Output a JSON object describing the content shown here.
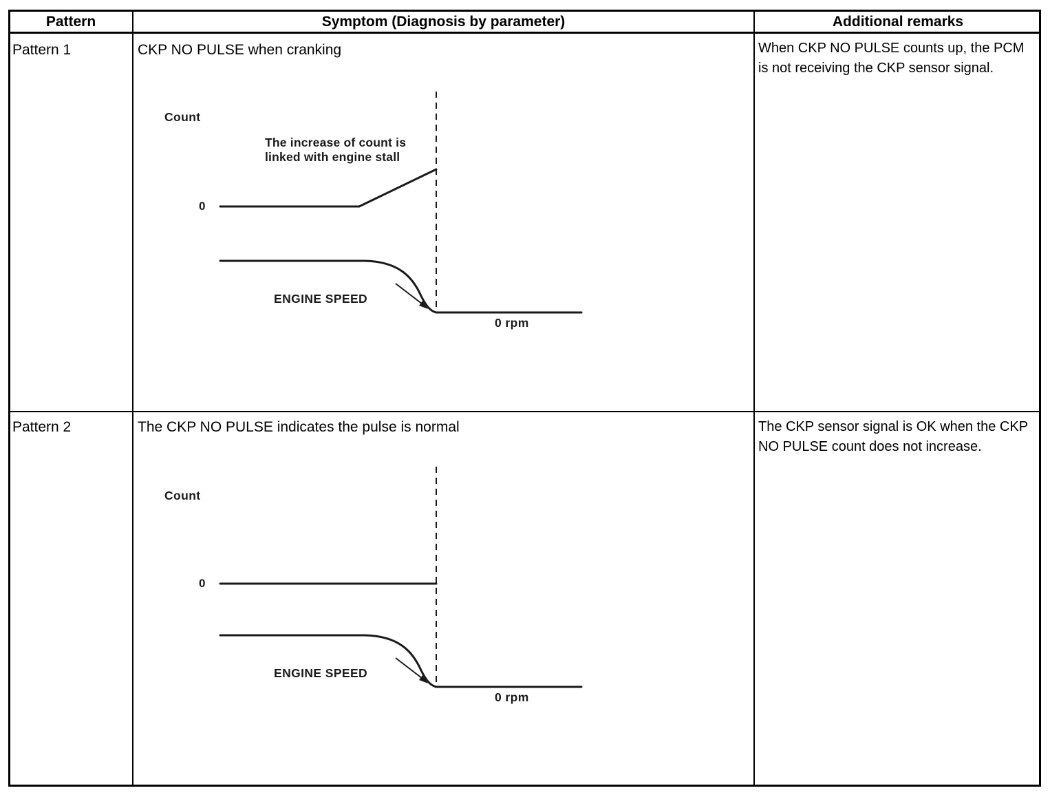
{
  "table": {
    "headers": {
      "pattern": "Pattern",
      "symptom": "Symptom (Diagnosis by parameter)",
      "remarks": "Additional remarks"
    },
    "rows": [
      {
        "pattern": "Pattern 1",
        "symptom": "CKP NO PULSE when cranking",
        "remarks": "When CKP NO PULSE counts up, the PCM is not receiving the CKP sensor signal.",
        "diagram": {
          "count_axis_label": "Count",
          "zero_label": "0",
          "annotation": "The increase of count is linked with engine stall",
          "engine_speed_label": "ENGINE SPEED",
          "zero_rpm_label": "0 rpm"
        }
      },
      {
        "pattern": "Pattern 2",
        "symptom": "The CKP NO PULSE indicates the pulse is normal",
        "remarks": "The CKP sensor signal is OK when the CKP NO PULSE count does not increase.",
        "diagram": {
          "count_axis_label": "Count",
          "zero_label": "0",
          "annotation": "",
          "engine_speed_label": "ENGINE SPEED",
          "zero_rpm_label": "0 rpm"
        }
      }
    ]
  },
  "chart_data": [
    {
      "type": "line",
      "title": "Pattern 1 - CKP NO PULSE when cranking",
      "xlabel": "",
      "ylabel": "Count",
      "annotations": [
        "The increase of count is linked with engine stall",
        "ENGINE SPEED",
        "0 rpm",
        "Count",
        "0"
      ],
      "grid": false,
      "legend_position": "none",
      "event_marker": "engine stall (vertical dashed line)",
      "series": [
        {
          "name": "CKP NO PULSE count",
          "baseline_value": 0,
          "behavior": "flat at 0 then rises linearly up to the stall marker",
          "points": [
            {
              "x": 0,
              "y": 0
            },
            {
              "x": 62,
              "y": 0
            },
            {
              "x": 100,
              "y": 42
            }
          ]
        },
        {
          "name": "ENGINE SPEED",
          "behavior": "steady then drops sharply to 0 rpm at the stall marker, then flat at 0 rpm",
          "points": [
            {
              "x": 0,
              "y": 100
            },
            {
              "x": 55,
              "y": 98
            },
            {
              "x": 75,
              "y": 78
            },
            {
              "x": 95,
              "y": 6
            },
            {
              "x": 100,
              "y": 0
            },
            {
              "x": 160,
              "y": 0
            }
          ]
        }
      ]
    },
    {
      "type": "line",
      "title": "Pattern 2 - The CKP NO PULSE indicates the pulse is normal",
      "xlabel": "",
      "ylabel": "Count",
      "annotations": [
        "ENGINE SPEED",
        "0 rpm",
        "Count",
        "0"
      ],
      "grid": false,
      "legend_position": "none",
      "event_marker": "engine stall (vertical dashed line)",
      "series": [
        {
          "name": "CKP NO PULSE count",
          "baseline_value": 0,
          "behavior": "remains flat at 0 with no increase",
          "points": [
            {
              "x": 0,
              "y": 0
            },
            {
              "x": 100,
              "y": 0
            }
          ]
        },
        {
          "name": "ENGINE SPEED",
          "behavior": "steady then drops sharply to 0 rpm at the stall marker, then flat at 0 rpm",
          "points": [
            {
              "x": 0,
              "y": 100
            },
            {
              "x": 55,
              "y": 98
            },
            {
              "x": 75,
              "y": 78
            },
            {
              "x": 95,
              "y": 6
            },
            {
              "x": 100,
              "y": 0
            },
            {
              "x": 160,
              "y": 0
            }
          ]
        }
      ]
    }
  ]
}
